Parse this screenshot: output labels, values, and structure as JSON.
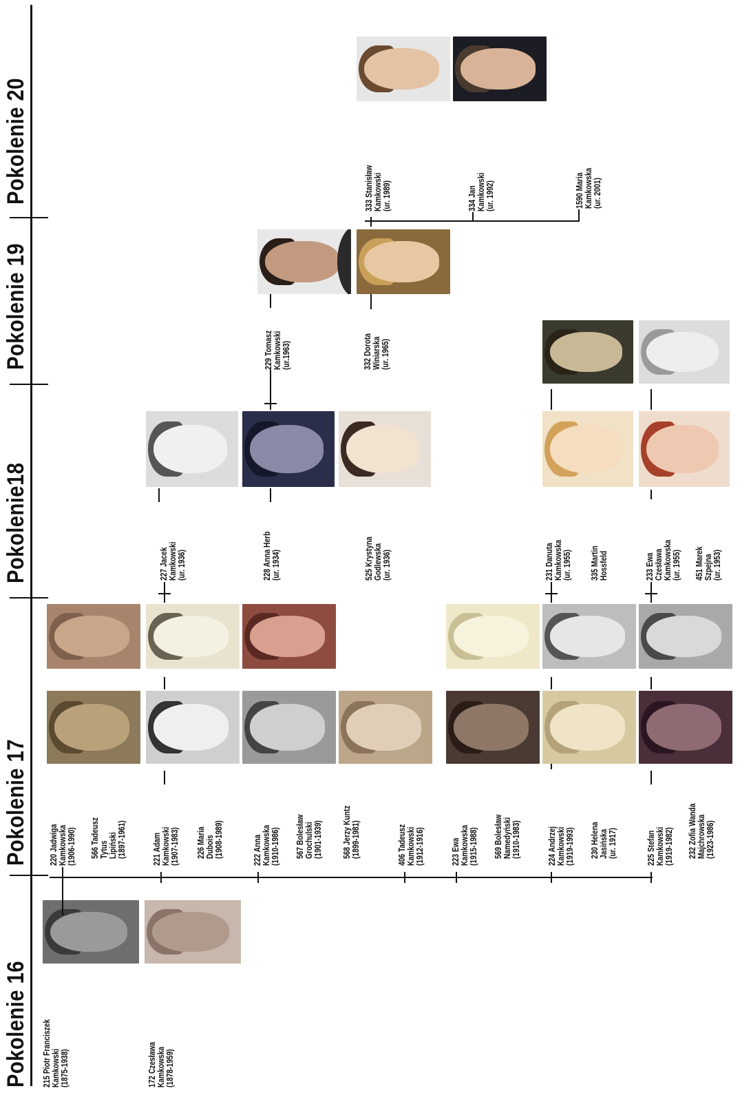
{
  "generations": [
    "Pokolenie 16",
    "Pokolenie 17",
    "Pokolenie18",
    "Pokolenie 19",
    "Pokolenie 20"
  ],
  "people": {
    "p215": "215 Piotr Franciszek\nKamkowski\n(1875-1938)",
    "p172": "172 Czesława\nKamkowska\n(1878-1959)",
    "p220": "220 Jadwiga\nKamkowska\n(1906-1990)",
    "p566": "566 Tadeusz\nTytus\nLipiński\n(1897-1961)",
    "p221": "221 Adam\nKamkowski\n(1907-1983)",
    "p226": "226 Maria\nDubois\n(1908-1989)",
    "p222": "222 Anna\nKamkowska\n(1910-1986)",
    "p567": "567 Bolesław\nGrochulski\n(1901-1939)",
    "p568": "568 Jerzy Kuntz\n(1899-1981)",
    "p406": "406 Tadeusz\nKamkowski\n(1912-1916)",
    "p223": "223 Ewa\nKamkowska\n(1915-1988)",
    "p569": "569 Bolesław\nNamedyński\n(1910-1983)",
    "p224": "224 Andrzej\nKamkowski\n(1919-1993)",
    "p230": "230 Helena\nJasińska\n(ur. 1917)",
    "p225": "225 Stefan\nKamkowski\n(1919-1982)",
    "p232": "232 Zofia Wanda\nMajchrowska\n(1923-1986)",
    "p227": "227 Jacek\nKamkowski\n(ur. 1936)",
    "p228": "228 Anna Herb\n(ur. 1934)",
    "p525": "525 Krystyna\nGodlewska\n(ur. 1936)",
    "p231": "231 Danuta\nKamkowska\n(ur. 1955)",
    "p335": "335 Martin\nHossfeld",
    "p233": "233 Ewa\nCzesława\nKamkowska\n(ur. 1955)",
    "p451": "451 Marek\nSzpejna\n(ur. 1953)",
    "p229": "229 Tomasz\nKamkowski\n(ur.1963)",
    "p332": "332 Dorota\nWiniarska\n(ur. 1965)",
    "p333": "333 Stanisław\nKamkowski\n(ur. 1989)",
    "p334": "334 Jan\nKamkowski\n(ur. 1992)",
    "p1590": "1590 Maria\nKamkowska\n(ur. 2001)"
  }
}
